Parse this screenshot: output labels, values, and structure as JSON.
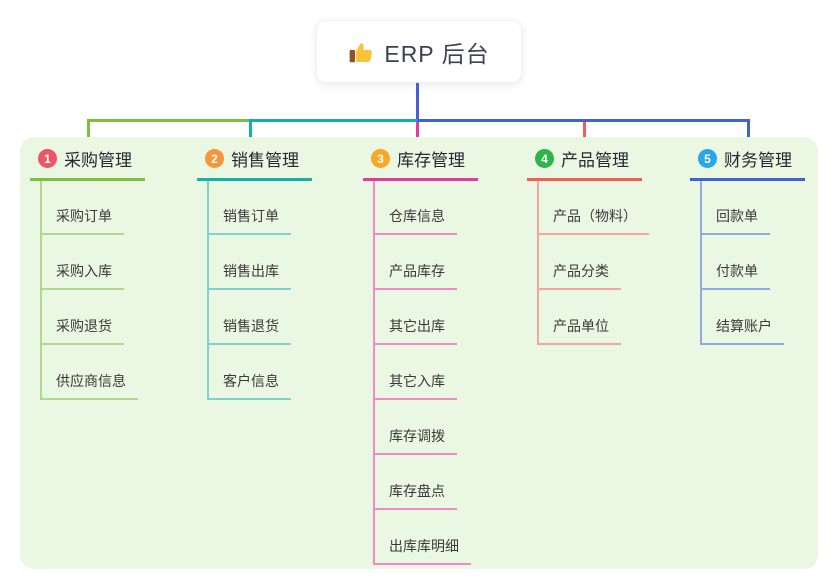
{
  "root": {
    "label": "ERP 后台",
    "icon": "thumbs-up-icon"
  },
  "colors": {
    "panel_bg": "#eaf7e2",
    "root_drop": "#4b5cd6",
    "root_text": "#3a4254",
    "child_text": "#3a3a3a"
  },
  "branches": [
    {
      "badge": "1",
      "label": "采购管理",
      "badge_color": "#ec5565",
      "line_color": "#7cc13e",
      "light_color": "#b2d88c",
      "children": [
        "采购订单",
        "采购入库",
        "采购退货",
        "供应商信息"
      ]
    },
    {
      "badge": "2",
      "label": "销售管理",
      "badge_color": "#f79638",
      "line_color": "#13b1a7",
      "light_color": "#7fd3cc",
      "children": [
        "销售订单",
        "销售出库",
        "销售退货",
        "客户信息"
      ]
    },
    {
      "badge": "3",
      "label": "库存管理",
      "badge_color": "#f9a826",
      "line_color": "#e23a9d",
      "light_color": "#ef8cc6",
      "children": [
        "仓库信息",
        "产品库存",
        "其它出库",
        "其它入库",
        "库存调拨",
        "库存盘点",
        "出库库明细"
      ]
    },
    {
      "badge": "4",
      "label": "产品管理",
      "badge_color": "#2db54a",
      "line_color": "#f25d55",
      "light_color": "#f7a59f",
      "children": [
        "产品（物料）",
        "产品分类",
        "产品单位"
      ]
    },
    {
      "badge": "5",
      "label": "财务管理",
      "badge_color": "#29a5e8",
      "line_color": "#3f62d2",
      "light_color": "#93a9e2",
      "children": [
        "回款单",
        "付款单",
        "结算账户"
      ]
    }
  ]
}
